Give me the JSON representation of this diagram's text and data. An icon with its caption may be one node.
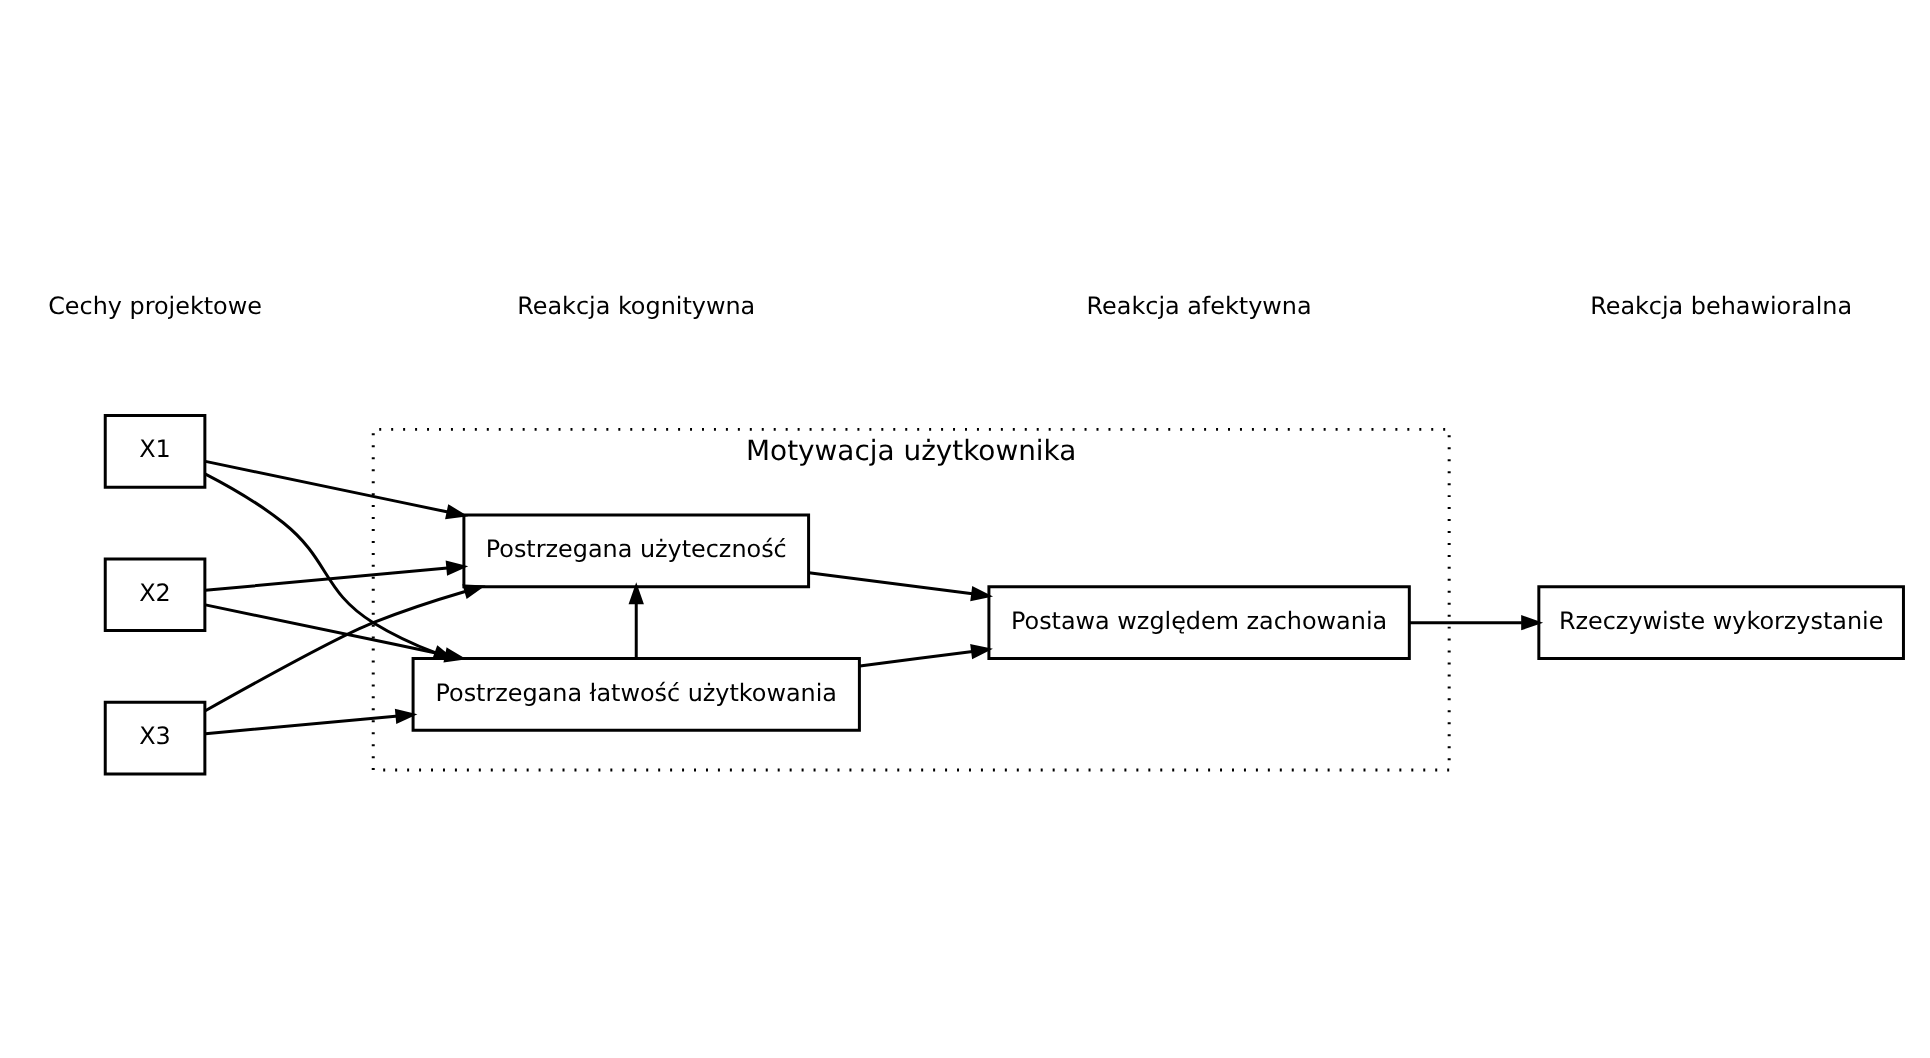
{
  "diagram": {
    "nodes": [
      {
        "text": [
          "Motywacja użytkownika"
        ]
      },
      {
        "text": [
          "X1"
        ]
      },
      {
        "text": [
          "X2"
        ]
      },
      {
        "text": [
          "X3"
        ]
      },
      {
        "text": [
          "Postrzegana użyteczność"
        ],
        "in": 0
      },
      {
        "text": [
          "Postrzegana łatwość użytkowania"
        ],
        "in": 0
      },
      {
        "text": [
          "Postawa względem zachowania"
        ],
        "in": 0
      },
      {
        "text": [
          "Rzeczywiste wykorzystanie"
        ]
      }
    ],
    "edges": [
      {
        "from": 1,
        "to": 4,
        "arrow": "to"
      },
      {
        "from": 1,
        "to": 5,
        "arrow": "to"
      },
      {
        "from": 2,
        "to": 4,
        "arrow": "to"
      },
      {
        "from": 2,
        "to": 5,
        "arrow": "to"
      },
      {
        "from": 3,
        "to": 4,
        "arrow": "to"
      },
      {
        "from": 3,
        "to": 5,
        "arrow": "to"
      },
      {
        "from": 5,
        "to": 4,
        "arrow": "to"
      },
      {
        "from": 4,
        "to": 6,
        "arrow": "to"
      },
      {
        "from": 5,
        "to": 6,
        "arrow": "to"
      },
      {
        "from": 6,
        "to": 7,
        "arrow": "to"
      }
    ],
    "labels": [
      "Cechy projektowe",
      "Reakcja kognitywna",
      "Reakcja afektywna",
      "Reakcja behawioralna"
    ]
  }
}
